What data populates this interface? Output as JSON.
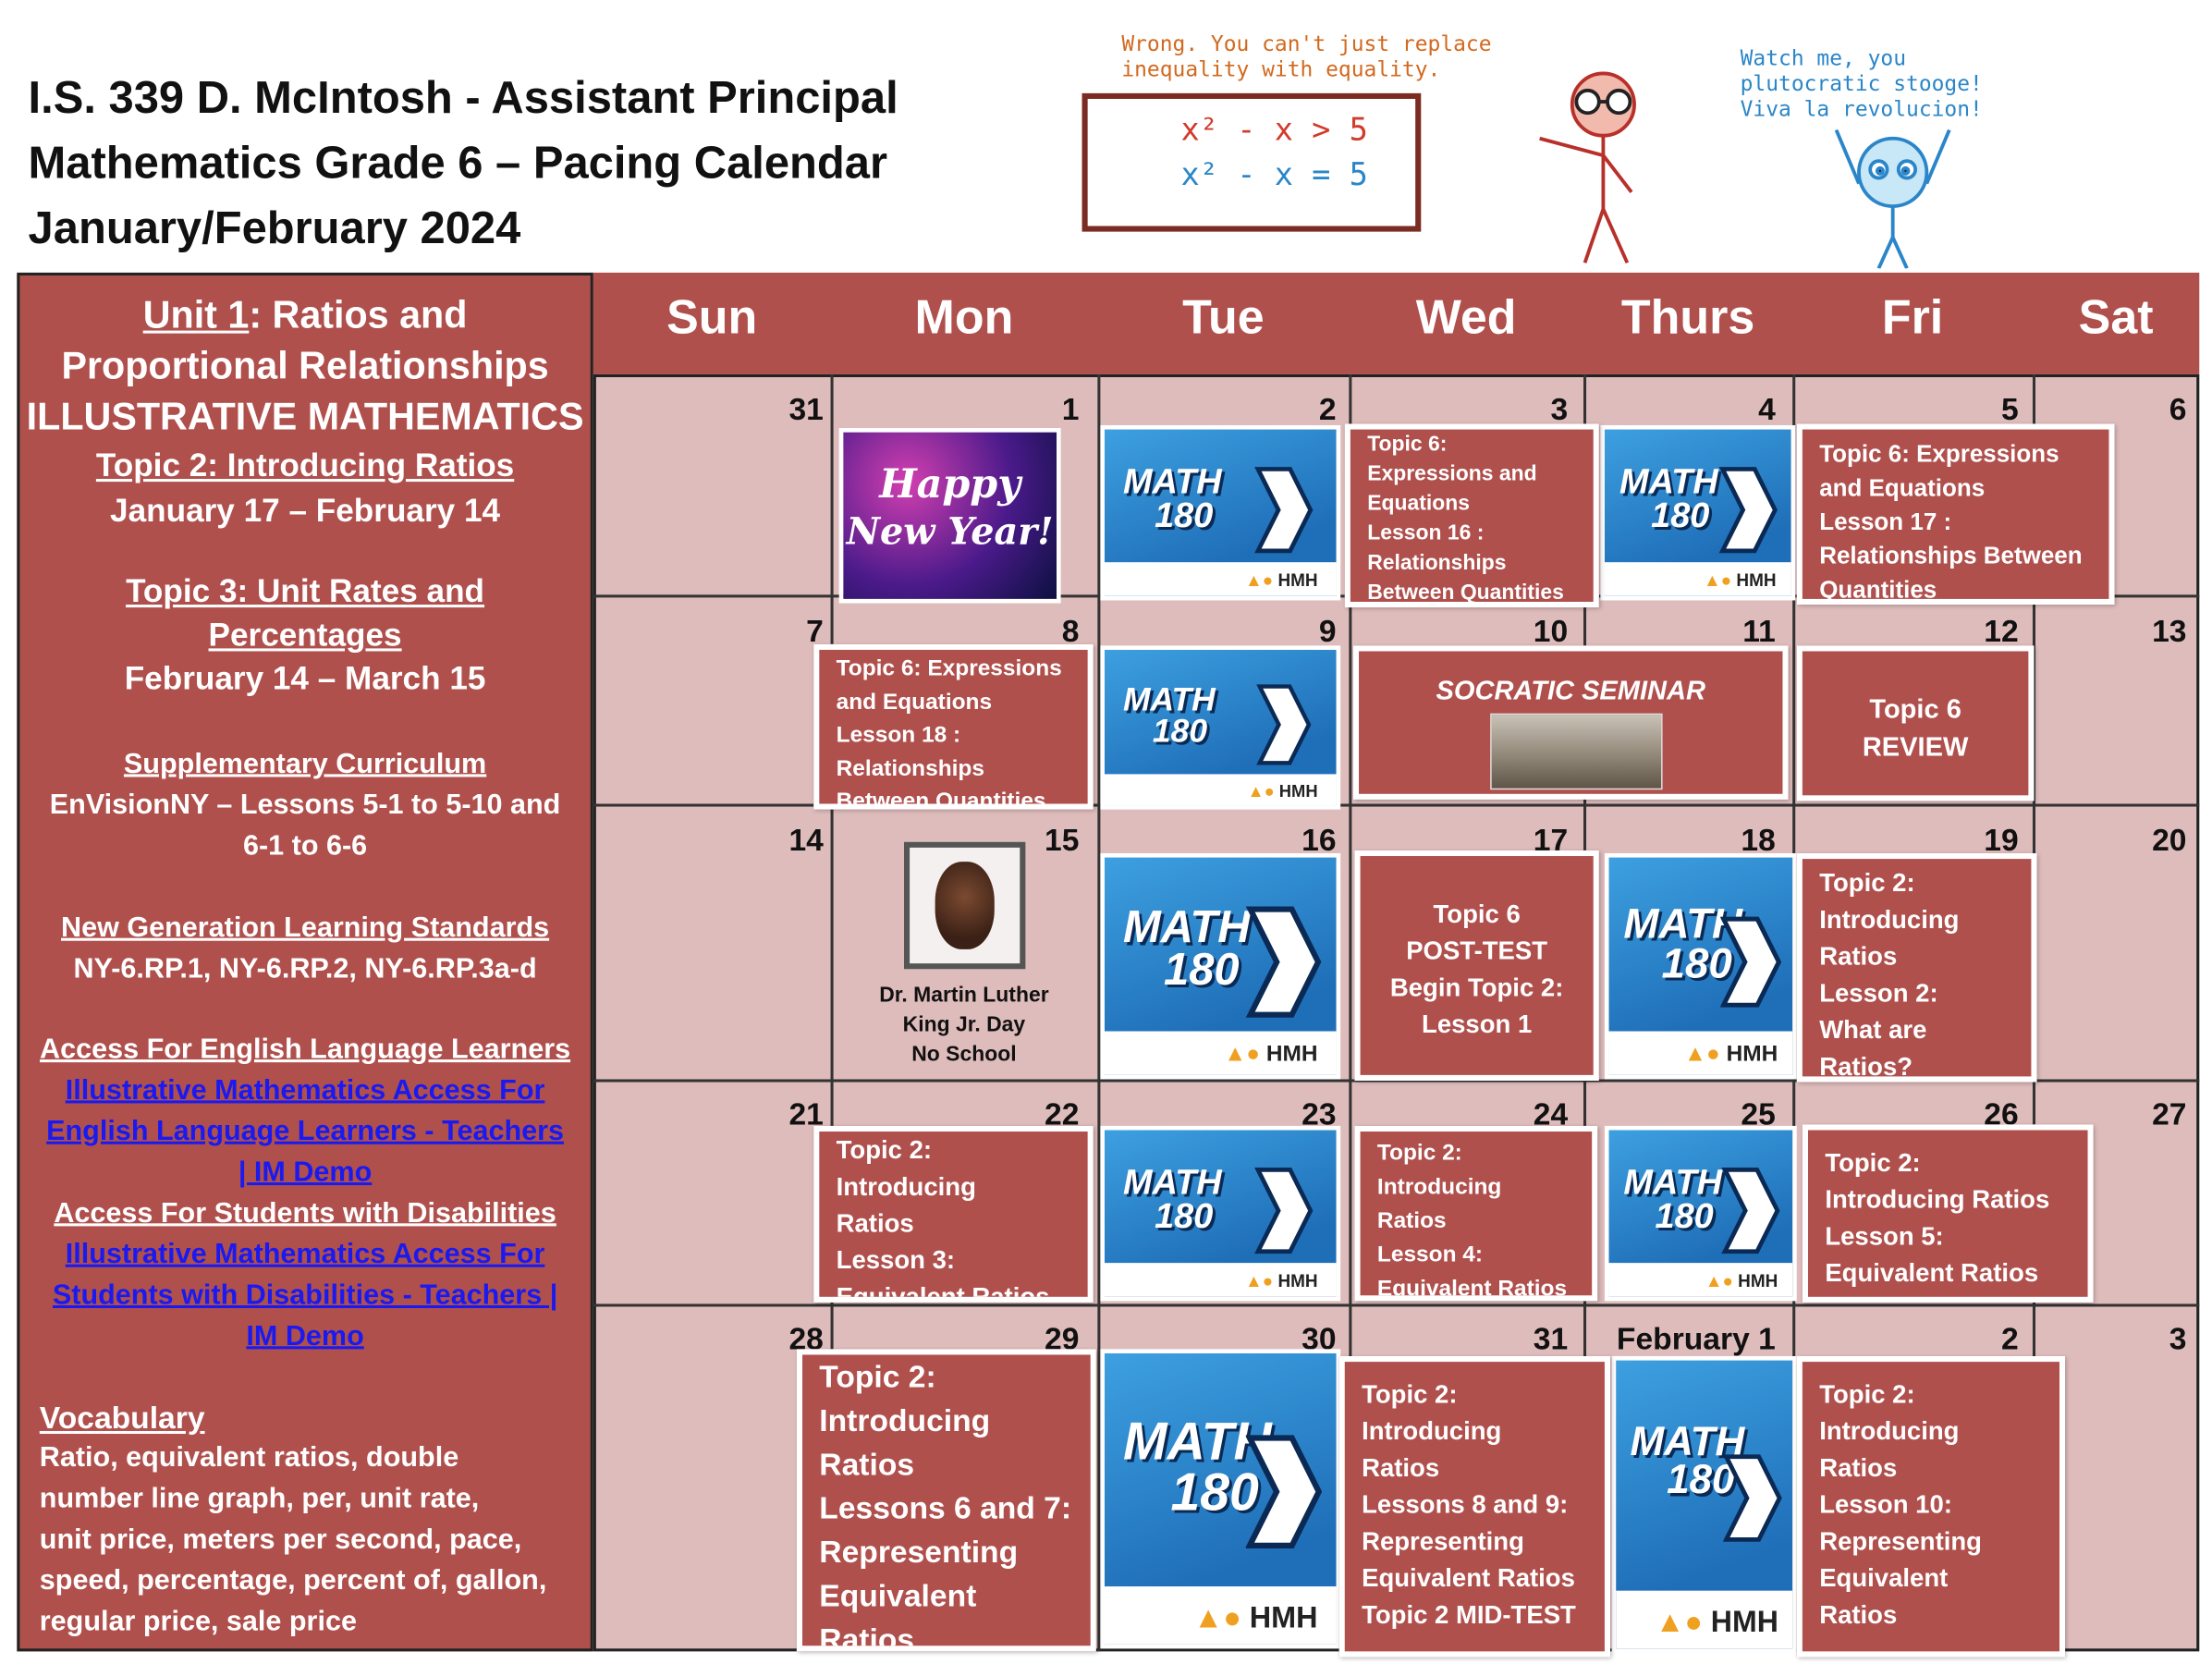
{
  "header": {
    "line1": "I.S. 339  D. McIntosh - Assistant Principal",
    "line2": "Mathematics Grade 6 – Pacing Calendar",
    "line3": "January/February 2024"
  },
  "cartoon": {
    "left_speech": [
      "Wrong. You can't just replace",
      "inequality with equality."
    ],
    "right_speech": [
      "Watch me, you",
      "plutocratic stooge!",
      "Viva la revolucion!"
    ],
    "board_line1": "x² - x > 5",
    "board_line2": "x² - x = 5"
  },
  "sidebar": {
    "unit_label": "Unit 1",
    "unit_title_a": ": Ratios and",
    "unit_title_b": "Proportional Relationships",
    "curriculum": "ILLUSTRATIVE MATHEMATICS",
    "topic2_title": "Topic 2: Introducing Ratios",
    "topic2_dates": "January 17 – February 14",
    "topic3_title_a": "Topic 3: Unit Rates and",
    "topic3_title_b": "Percentages",
    "topic3_dates": "February 14 – March 15",
    "supp_title": "Supplementary Curriculum",
    "supp_line1": "EnVisionNY – Lessons 5-1 to 5-10 and",
    "supp_line2": "6-1 to 6-6",
    "ngls_title": "New Generation Learning Standards",
    "ngls_line": "NY-6.RP.1, NY-6.RP.2, NY-6.RP.3a-d",
    "ell_title": "Access For English Language Learners",
    "ell_link1": "Illustrative Mathematics Access For",
    "ell_link2": "English Language Learners - Teachers",
    "ell_link3": "| IM Demo",
    "swd_title": "Access For Students with Disabilities",
    "swd_link1": "Illustrative Mathematics Access For",
    "swd_link2": "Students with Disabilities - Teachers |",
    "swd_link3": "IM Demo",
    "vocab_title": "Vocabulary",
    "vocab_lines": [
      "Ratio, equivalent ratios, double",
      "number line graph, per, unit rate,",
      "unit price, meters per second, pace,",
      "speed, percentage, percent of, gallon,",
      "regular price, sale price"
    ]
  },
  "days": [
    "Sun",
    "Mon",
    "Tue",
    "Wed",
    "Thurs",
    "Fri",
    "Sat"
  ],
  "dates": [
    [
      "31",
      "1",
      "2",
      "3",
      "4",
      "5",
      "6"
    ],
    [
      "7",
      "8",
      "9",
      "10",
      "11",
      "12",
      "13"
    ],
    [
      "14",
      "15",
      "16",
      "17",
      "18",
      "19",
      "20"
    ],
    [
      "21",
      "22",
      "23",
      "24",
      "25",
      "26",
      "27"
    ],
    [
      "28",
      "29",
      "30",
      "31",
      "February 1",
      "2",
      "3"
    ]
  ],
  "math180": {
    "logo_top": "MATH",
    "logo_num": "180",
    "publisher": "HMH"
  },
  "new_year": {
    "line1": "Happy",
    "line2": "New Year!"
  },
  "mlk": {
    "line1": "Dr. Martin Luther",
    "line2": "King Jr. Day",
    "line3": "No School"
  },
  "socratic": "SOCRATIC SEMINAR",
  "cards": {
    "jan3": [
      "Topic 6:",
      "Expressions and",
      "Equations",
      "Lesson 16 :",
      "Relationships",
      "Between Quantities"
    ],
    "jan5": [
      "Topic 6: Expressions",
      "and Equations",
      "Lesson 17 :",
      "Relationships Between",
      "Quantities"
    ],
    "jan8": [
      "Topic 6: Expressions",
      "and Equations",
      "Lesson 18 :",
      "Relationships",
      "Between Quantities"
    ],
    "jan12": [
      "Topic 6",
      "REVIEW"
    ],
    "jan17": [
      "Topic 6",
      "POST-TEST",
      "Begin Topic 2:",
      "Lesson 1"
    ],
    "jan19": [
      "Topic 2:",
      "Introducing",
      "Ratios",
      "Lesson 2:",
      "What are",
      "Ratios?"
    ],
    "jan22": [
      "Topic 2:",
      "Introducing",
      "Ratios",
      "Lesson 3:",
      "Equivalent Ratios"
    ],
    "jan24": [
      "Topic 2:",
      "Introducing",
      "Ratios",
      "Lesson 4:",
      "Equivalent Ratios"
    ],
    "jan26": [
      "Topic 2:",
      "Introducing Ratios",
      "Lesson 5:",
      "Equivalent Ratios"
    ],
    "jan29": [
      "Topic 2:",
      "Introducing",
      "Ratios",
      "Lessons 6 and 7:",
      "Representing",
      "Equivalent",
      "Ratios"
    ],
    "jan31": [
      "Topic 2:",
      "Introducing",
      "Ratios",
      "Lessons 8 and 9:",
      "Representing",
      "Equivalent Ratios",
      "Topic 2 MID-TEST"
    ],
    "feb2": [
      "Topic 2:",
      "Introducing",
      "Ratios",
      "Lesson 10:",
      "Representing",
      "Equivalent",
      "Ratios"
    ]
  }
}
